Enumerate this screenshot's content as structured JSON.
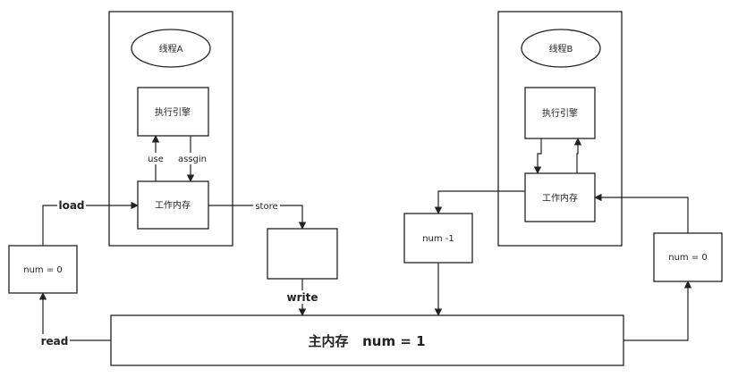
{
  "thread_a": {
    "name": "线程A",
    "engine": "执行引擎",
    "working_memory": "工作内存",
    "use": "use",
    "assign": "assgin"
  },
  "thread_b": {
    "name": "线程B",
    "engine": "执行引擎",
    "working_memory": "工作内存"
  },
  "left_value": "num = 0",
  "right_value": "num = 0",
  "minus_box": "num -1",
  "main_memory": "主内存   num = 1",
  "ops": {
    "load": "load",
    "store": "store",
    "write": "write",
    "read": "read"
  },
  "colors": {
    "stroke": "#222222",
    "background": "#ffffff"
  }
}
